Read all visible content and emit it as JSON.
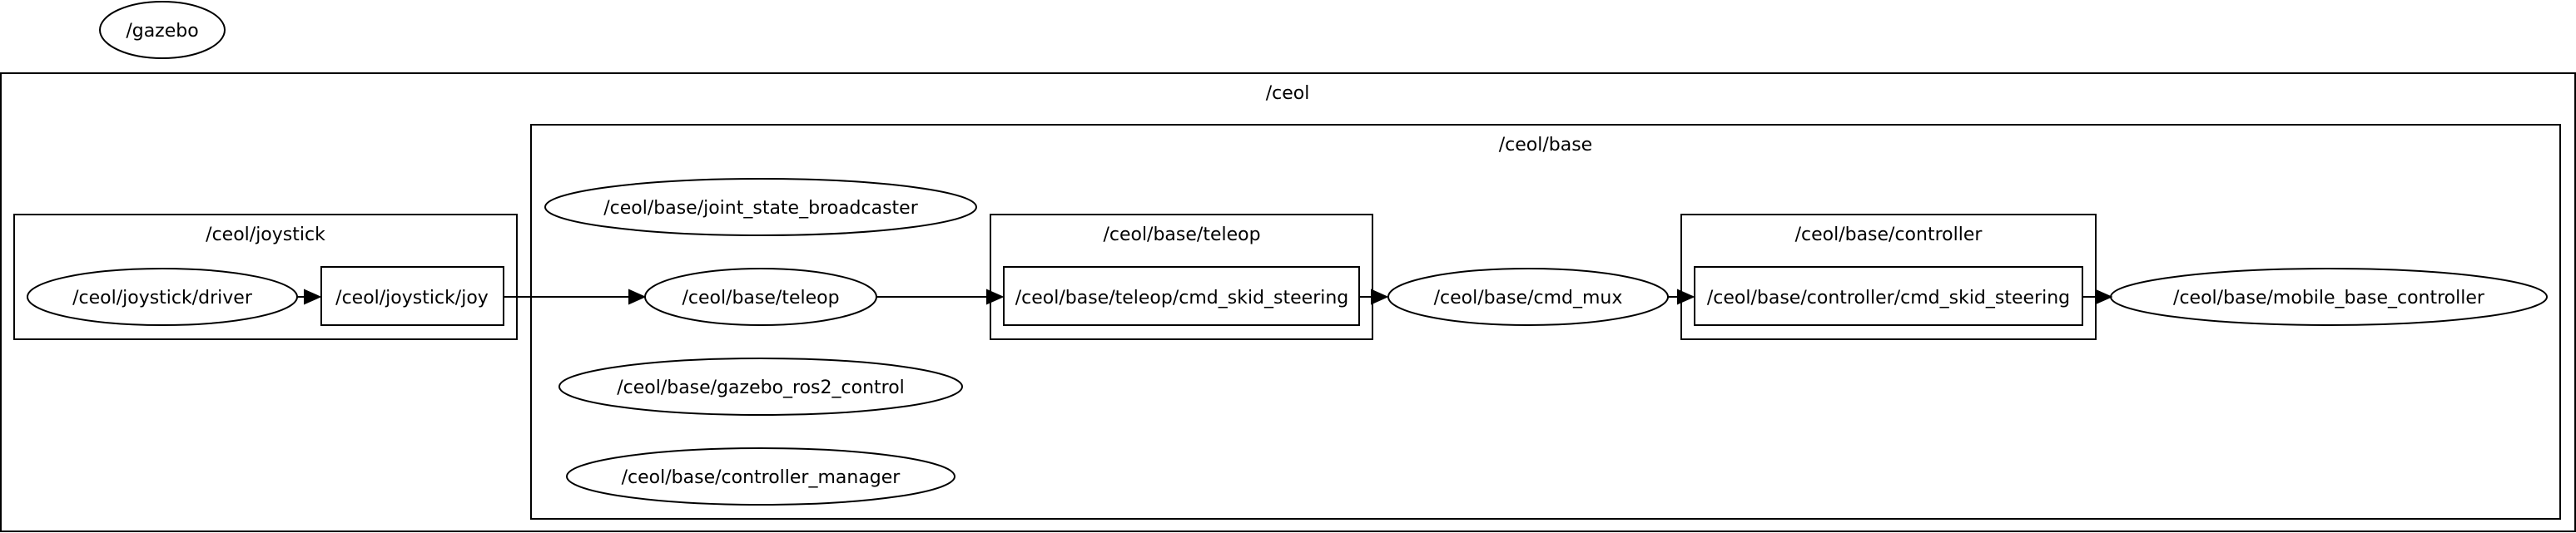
{
  "graph": {
    "standalone_nodes": {
      "gazebo": "/gazebo"
    },
    "clusters": {
      "ceol": "/ceol",
      "joystick": "/ceol/joystick",
      "base": "/ceol/base",
      "teleop": "/ceol/base/teleop",
      "controller": "/ceol/base/controller"
    },
    "nodes": {
      "joystick_driver": "/ceol/joystick/driver",
      "joystick_joy": "/ceol/joystick/joy",
      "joint_state_broadcaster": "/ceol/base/joint_state_broadcaster",
      "base_teleop": "/ceol/base/teleop",
      "teleop_cmd_skid_steering": "/ceol/base/teleop/cmd_skid_steering",
      "cmd_mux": "/ceol/base/cmd_mux",
      "controller_cmd_skid_steering": "/ceol/base/controller/cmd_skid_steering",
      "mobile_base_controller": "/ceol/base/mobile_base_controller",
      "gazebo_ros2_control": "/ceol/base/gazebo_ros2_control",
      "controller_manager": "/ceol/base/controller_manager"
    },
    "edges": [
      {
        "from": "/ceol/joystick/driver",
        "to": "/ceol/joystick/joy"
      },
      {
        "from": "/ceol/joystick/joy",
        "to": "/ceol/base/teleop"
      },
      {
        "from": "/ceol/base/teleop",
        "to": "/ceol/base/teleop/cmd_skid_steering"
      },
      {
        "from": "/ceol/base/teleop/cmd_skid_steering",
        "to": "/ceol/base/cmd_mux"
      },
      {
        "from": "/ceol/base/cmd_mux",
        "to": "/ceol/base/controller/cmd_skid_steering"
      },
      {
        "from": "/ceol/base/controller/cmd_skid_steering",
        "to": "/ceol/base/mobile_base_controller"
      }
    ]
  }
}
